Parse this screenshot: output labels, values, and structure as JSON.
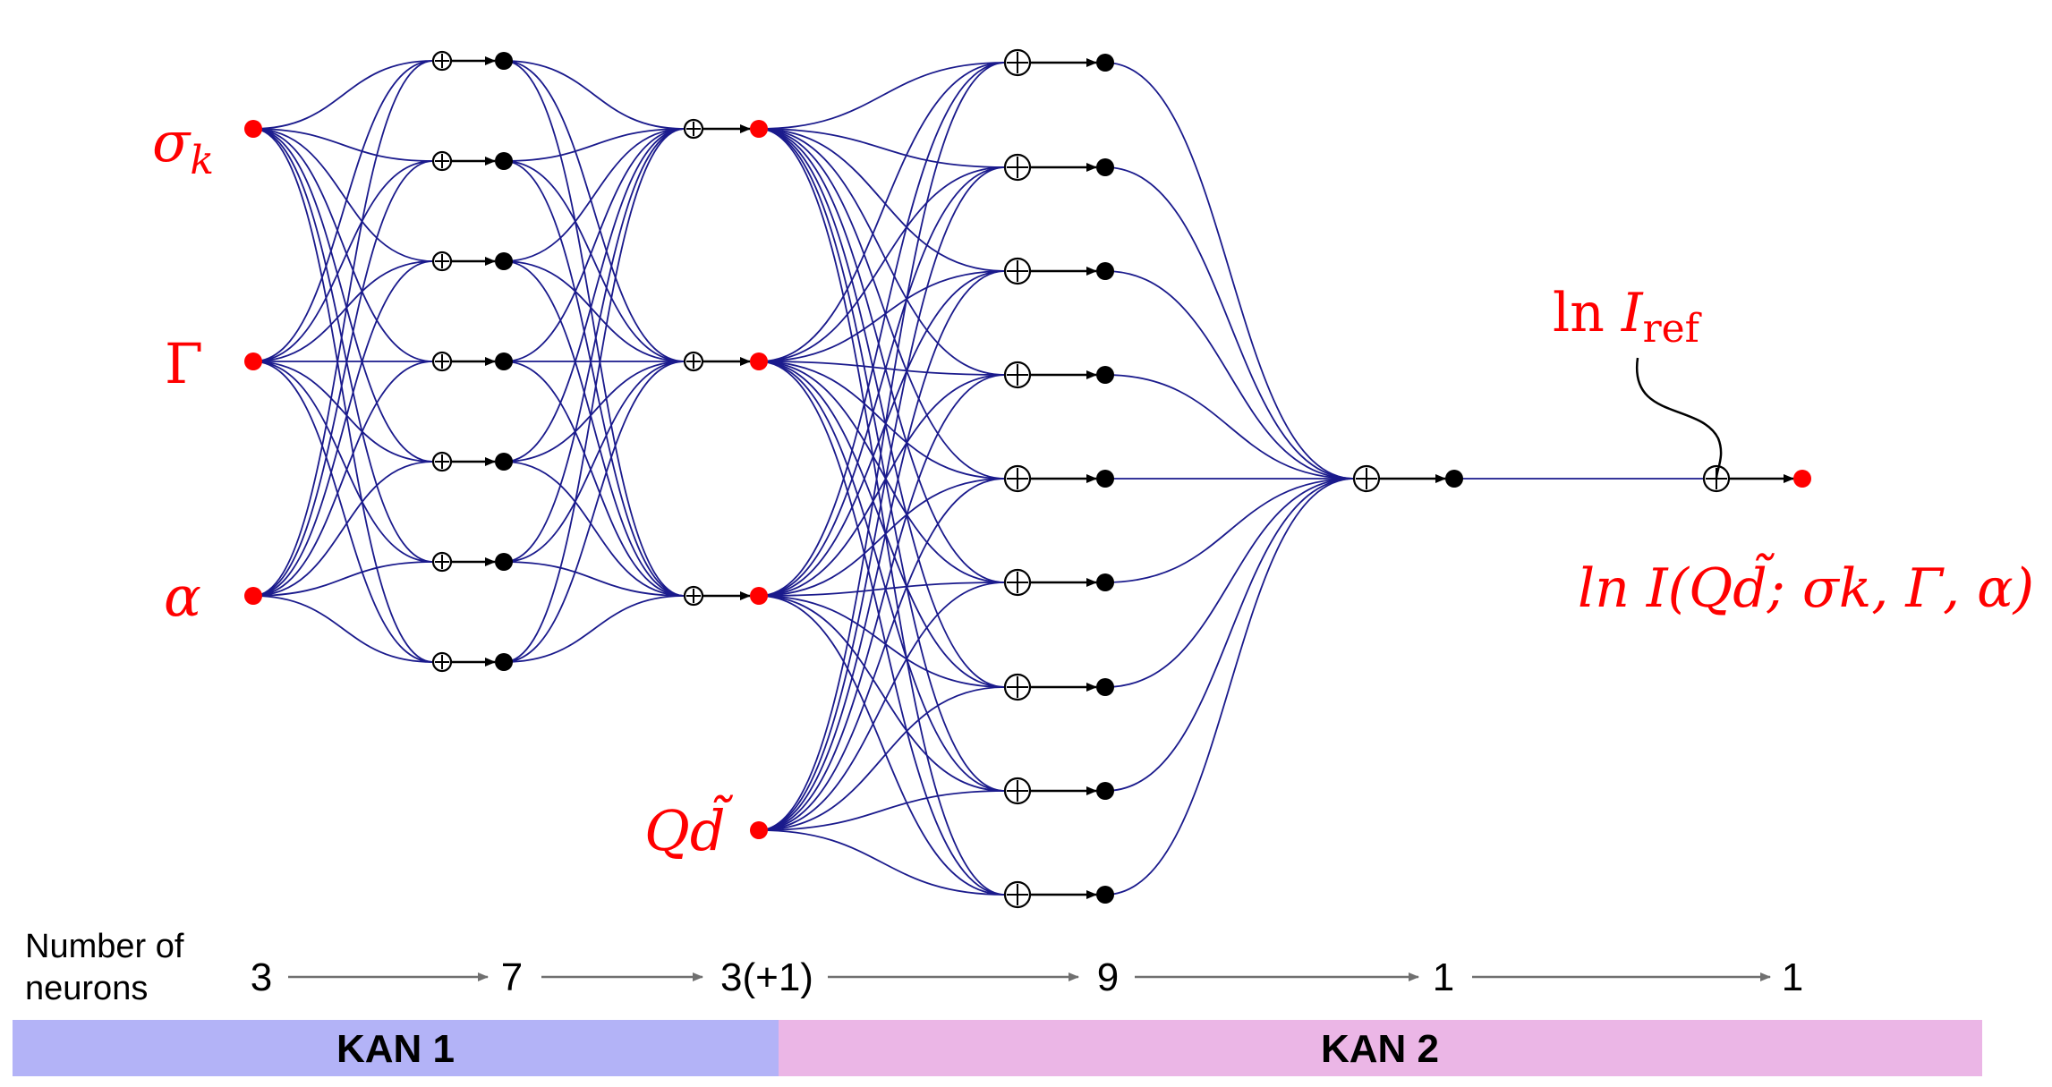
{
  "inputs": {
    "sigma": "σ",
    "sigma_sub": "k",
    "gamma": "Γ",
    "alpha": "α",
    "qd": "Qd̃"
  },
  "ref_label": {
    "prefix": "ln ",
    "var": "I",
    "sub": "ref"
  },
  "output_label": "ln I(Qd̃; σk, Γ, α)",
  "neurons_label": [
    "Number of",
    "neurons"
  ],
  "counts": [
    "3",
    "7",
    "3(+1)",
    "9",
    "1",
    "1"
  ],
  "bands": [
    {
      "label": "KAN 1",
      "color": "#b3b3f7"
    },
    {
      "label": "KAN 2",
      "color": "#ebb6e6"
    }
  ],
  "colors": {
    "edge": "#1a1a8c",
    "input_node": "#ff0000",
    "hidden_node": "#000000",
    "count_arrow": "#707070"
  }
}
